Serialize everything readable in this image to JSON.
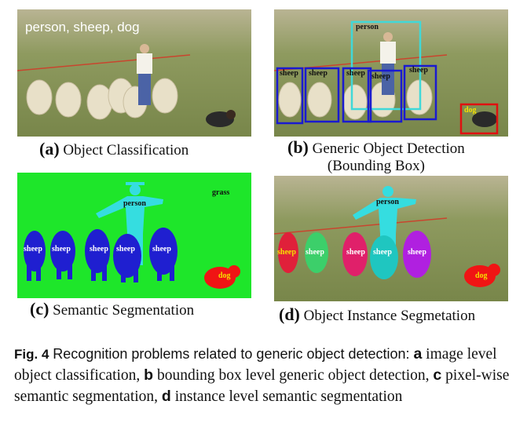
{
  "figure": {
    "panel_a": {
      "overlay_text": "person, sheep, dog",
      "letter": "(a)",
      "title": "Object Classification"
    },
    "panel_b": {
      "letter": "(b)",
      "title_line1": "Generic Object Detection",
      "title_line2": "(Bounding Box)",
      "box_labels": {
        "person": "person",
        "sheep": "sheep",
        "dog": "dog"
      }
    },
    "panel_c": {
      "letter": "(c)",
      "title": "Semantic Segmentation",
      "labels": {
        "grass": "grass",
        "person": "person",
        "sheep": "sheep",
        "dog": "dog"
      }
    },
    "panel_d": {
      "letter": "(d)",
      "title": "Object Instance Segmetation",
      "labels": {
        "person": "person",
        "sheep": "sheep",
        "dog": "dog"
      }
    },
    "caption": {
      "fig_label": "Fig. 4",
      "title": "Recognition problems related to generic object detection:",
      "a_key": "a",
      "a_text": "image level object classification,",
      "b_key": "b",
      "b_text": "bounding box level generic object detection,",
      "c_key": "c",
      "c_text": "pixel-wise semantic segmentation,",
      "d_key": "d",
      "d_text": "instance level semantic segmentation"
    },
    "colors": {
      "grass_photo": "#8f9a5a",
      "semantic_background": "#1ee62a",
      "semantic_sheep": "#1f1fd0",
      "semantic_person": "#35dde0",
      "semantic_dog": "#f01414",
      "person_box": "#40d8d8",
      "sheep_box": "#1a1ad0",
      "dog_box": "#e01010"
    }
  }
}
